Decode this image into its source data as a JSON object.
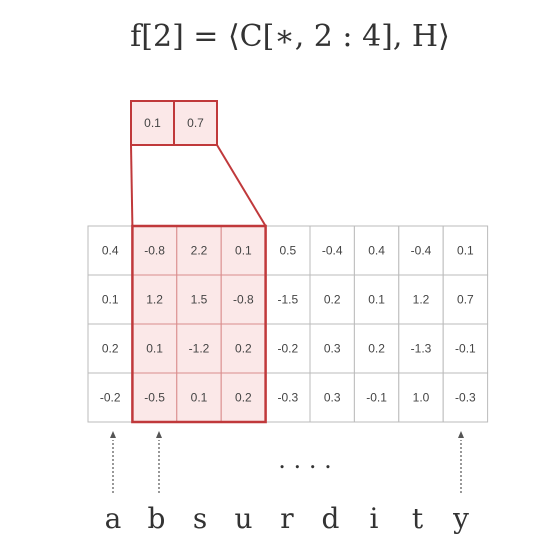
{
  "title": "f[2] = ⟨C[∗, 2 : 4], H⟩",
  "filter_values": [
    "0.1",
    "0.7"
  ],
  "matrix": [
    [
      "0.4",
      "-0.8",
      "2.2",
      "0.1",
      "0.5",
      "-0.4",
      "0.4",
      "-0.4",
      "0.1"
    ],
    [
      "0.1",
      "1.2",
      "1.5",
      "-0.8",
      "-1.5",
      "0.2",
      "0.1",
      "1.2",
      "0.7"
    ],
    [
      "0.2",
      "0.1",
      "-1.2",
      "0.2",
      "-0.2",
      "0.3",
      "0.2",
      "-1.3",
      "-0.1"
    ],
    [
      "-0.2",
      "-0.5",
      "0.1",
      "0.2",
      "-0.3",
      "0.3",
      "-0.1",
      "1.0",
      "-0.3"
    ]
  ],
  "highlight_columns": [
    1,
    2,
    3
  ],
  "arrow_columns": [
    0,
    1,
    8
  ],
  "ellipsis": ". . . .",
  "characters": [
    "a",
    "b",
    "s",
    "u",
    "r",
    "d",
    "i",
    "t",
    "y"
  ],
  "colors": {
    "highlight_border": "#c0393b",
    "highlight_fill": "#fbe8e8",
    "grid": "#bbbbbb",
    "text": "#333333"
  }
}
